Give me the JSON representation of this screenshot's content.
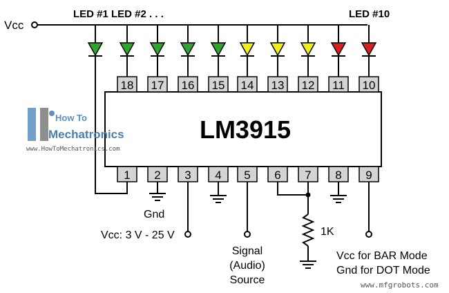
{
  "chip": {
    "name": "LM3915"
  },
  "labels": {
    "vcc_top": "Vcc",
    "led_first": "LED #1 LED #2 . . .",
    "led_last": "LED #10",
    "gnd": "Gnd",
    "vcc_range": "Vcc: 3 V - 25 V",
    "signal": [
      "Signal",
      "(Audio)",
      "Source"
    ],
    "resistor": "1K",
    "mode": [
      "Vcc for BAR Mode",
      "Gnd for DOT Mode"
    ]
  },
  "top_pins": [
    "18",
    "17",
    "16",
    "15",
    "14",
    "13",
    "12",
    "11",
    "10"
  ],
  "bottom_pins": [
    "1",
    "2",
    "3",
    "4",
    "5",
    "6",
    "7",
    "8",
    "9"
  ],
  "led_colors": [
    "#2fa52f",
    "#2fa52f",
    "#2fa52f",
    "#2fa52f",
    "#2fa52f",
    "#f2ee1a",
    "#f2ee1a",
    "#f2ee1a",
    "#d92020",
    "#d92020"
  ],
  "watermark": {
    "logo_top": "How To",
    "logo_bottom": "Mechatronics",
    "url": "www.HowToMechatronics.com",
    "source": "www.mfgrobots.com"
  }
}
